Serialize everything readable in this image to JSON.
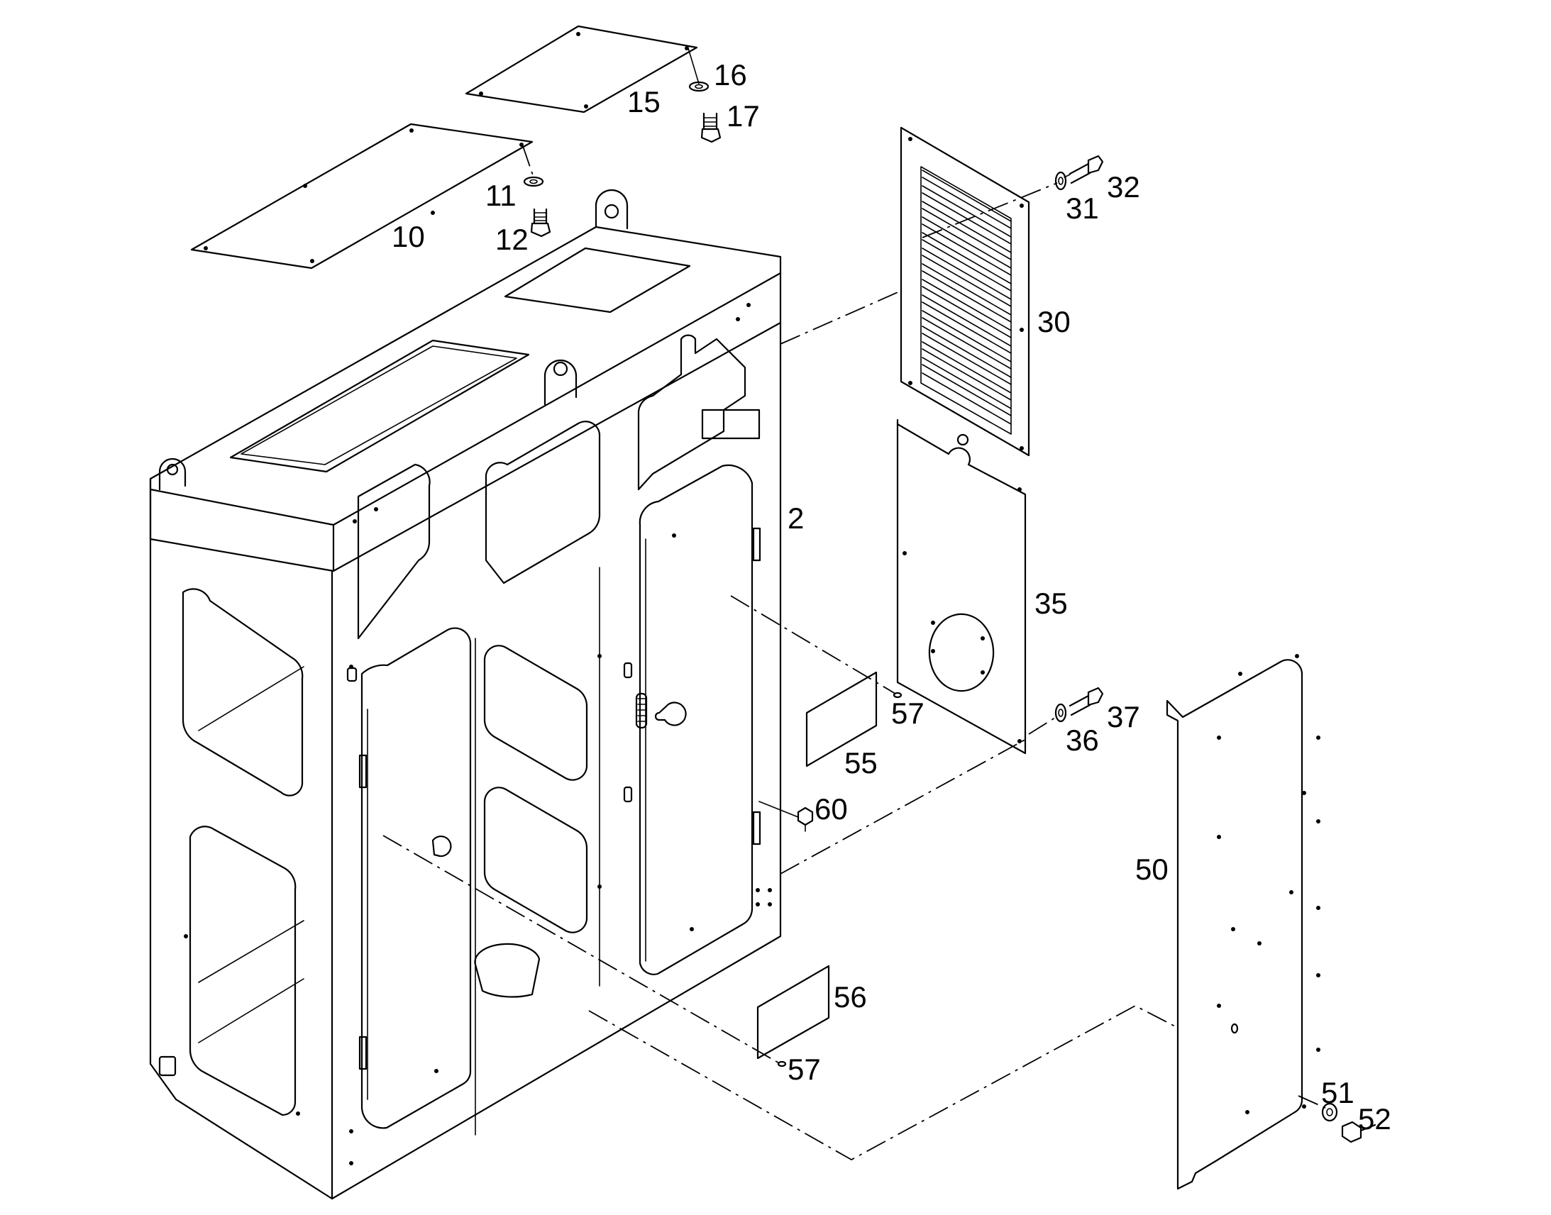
{
  "callouts": [
    {
      "id": "c2",
      "text": "2"
    },
    {
      "id": "c10",
      "text": "10"
    },
    {
      "id": "c11",
      "text": "11"
    },
    {
      "id": "c12",
      "text": "12"
    },
    {
      "id": "c15",
      "text": "15"
    },
    {
      "id": "c16",
      "text": "16"
    },
    {
      "id": "c17",
      "text": "17"
    },
    {
      "id": "c30",
      "text": "30"
    },
    {
      "id": "c31",
      "text": "31"
    },
    {
      "id": "c32",
      "text": "32"
    },
    {
      "id": "c35",
      "text": "35"
    },
    {
      "id": "c36",
      "text": "36"
    },
    {
      "id": "c37",
      "text": "37"
    },
    {
      "id": "c50",
      "text": "50"
    },
    {
      "id": "c51",
      "text": "51"
    },
    {
      "id": "c52",
      "text": "52"
    },
    {
      "id": "c55",
      "text": "55"
    },
    {
      "id": "c56",
      "text": "56"
    },
    {
      "id": "c57a",
      "text": "57"
    },
    {
      "id": "c57b",
      "text": "57"
    },
    {
      "id": "c60",
      "text": "60"
    }
  ]
}
